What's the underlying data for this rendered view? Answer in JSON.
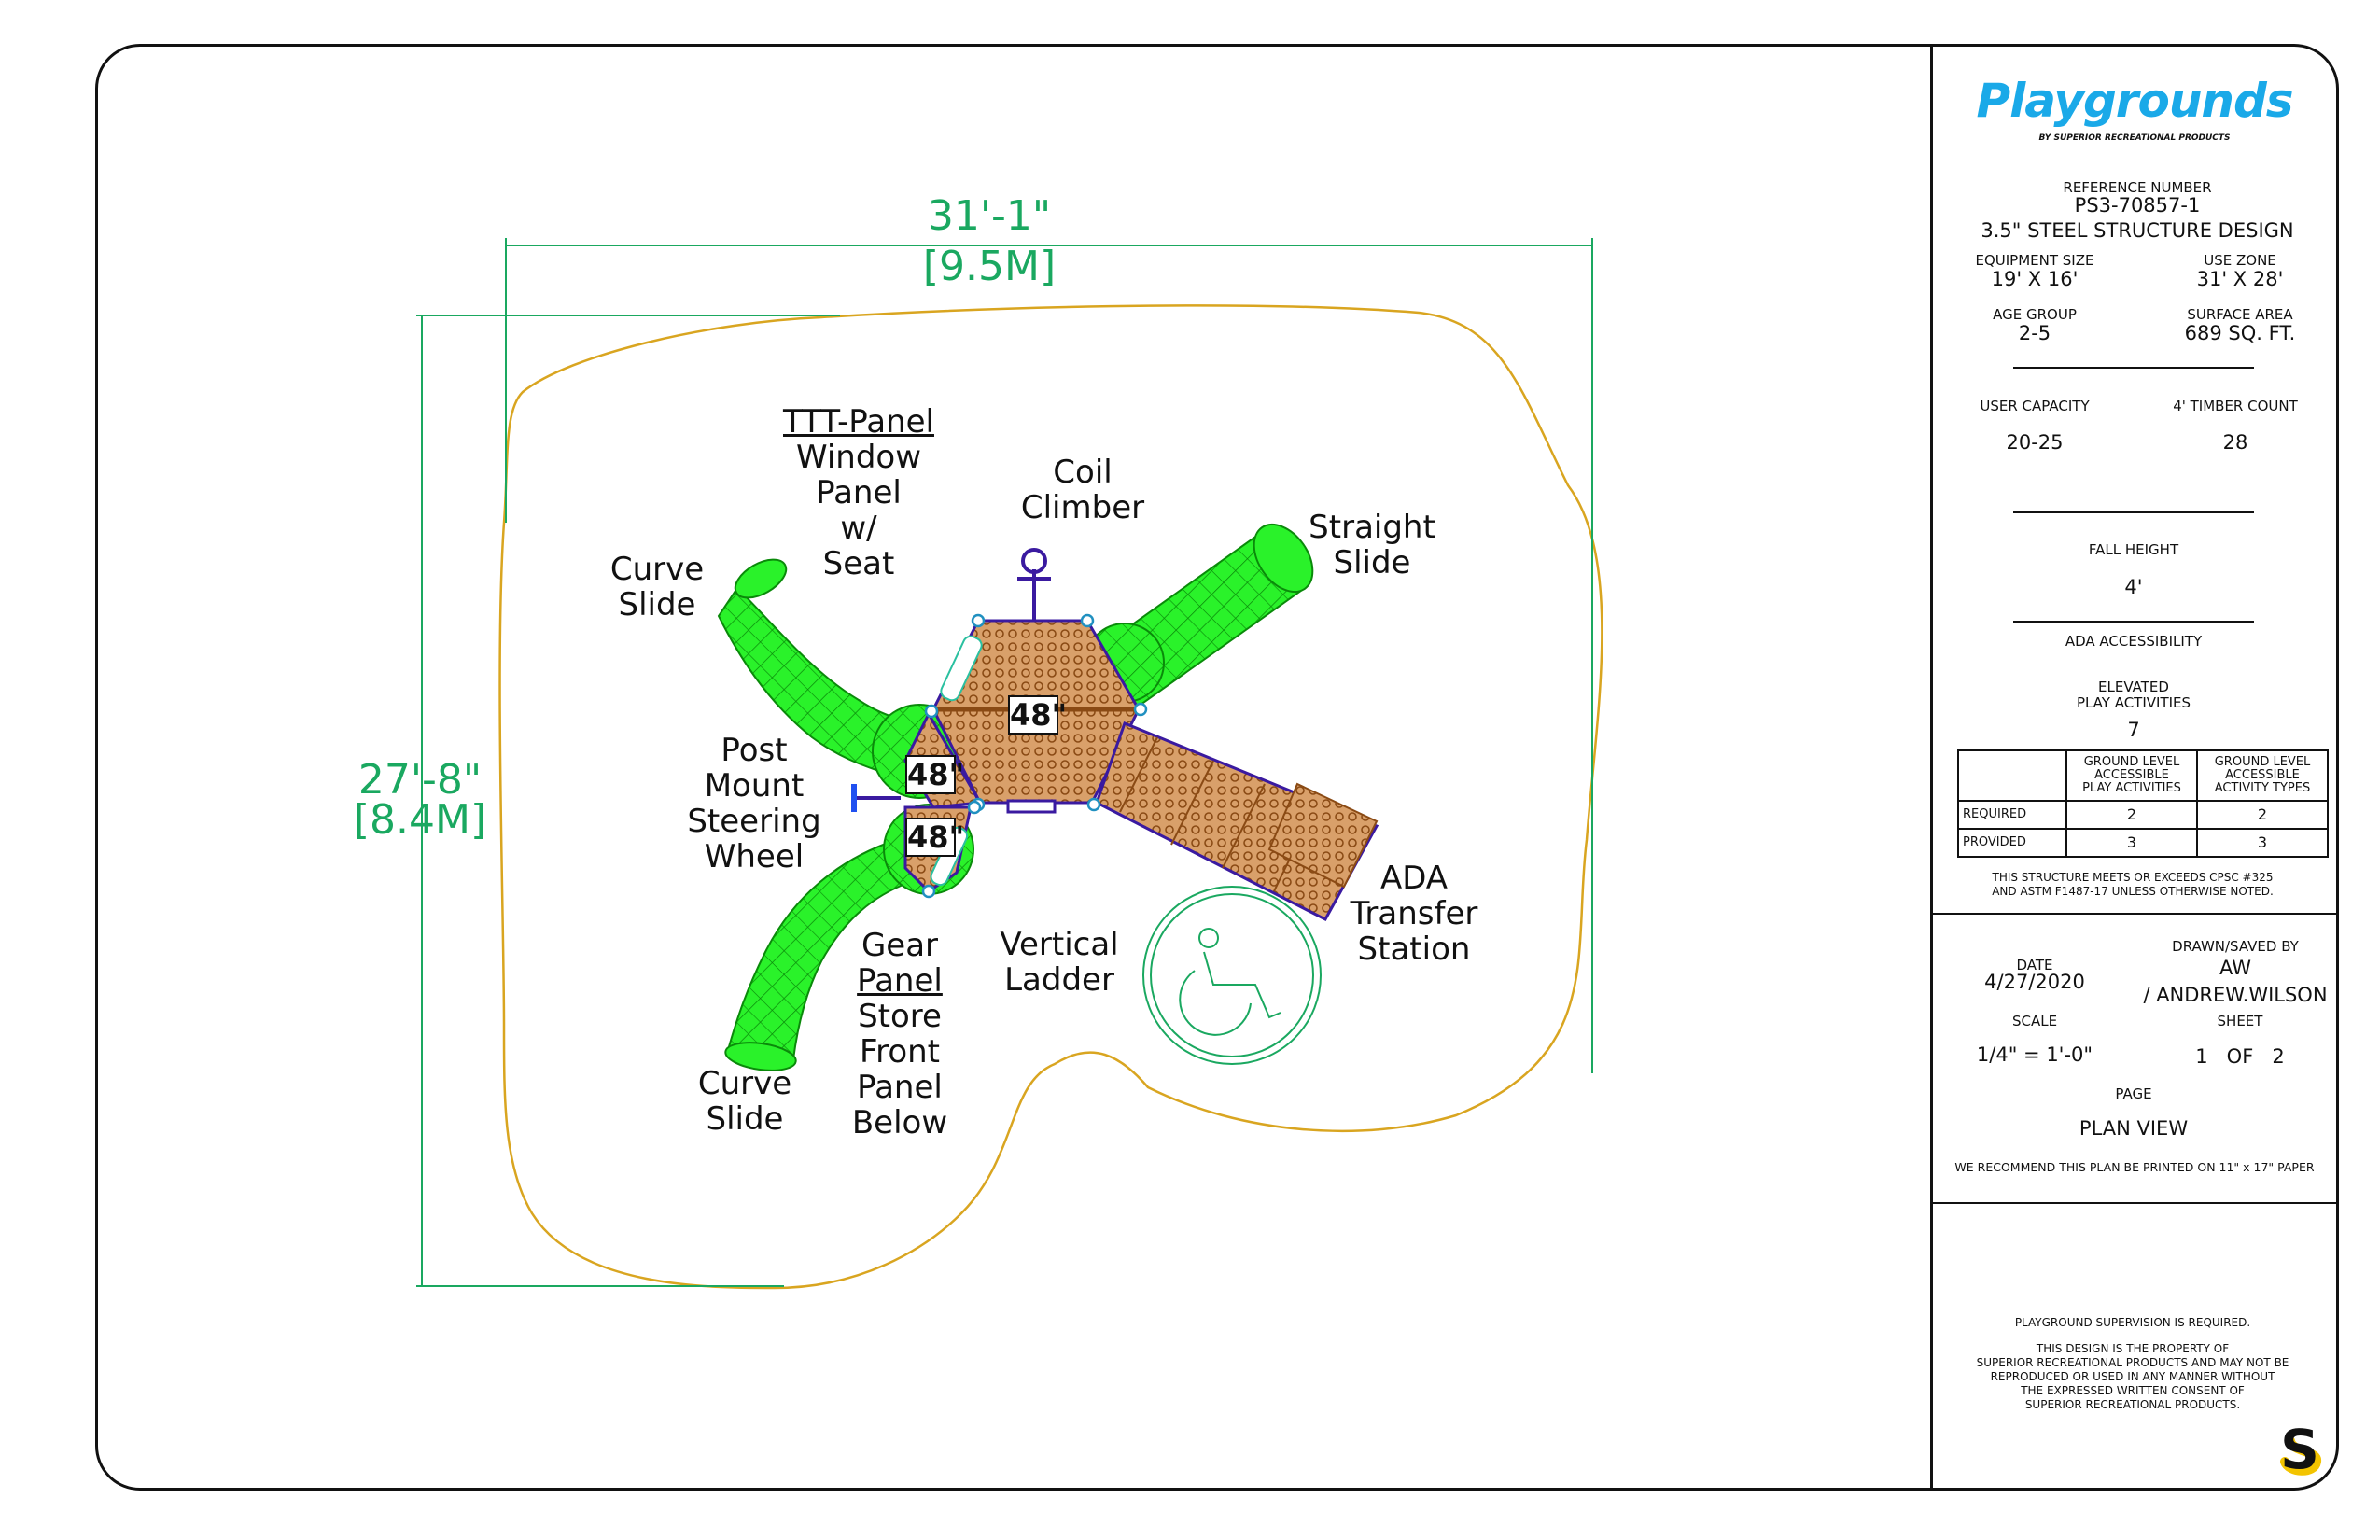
{
  "drawing": {
    "dimensions": {
      "width_ft": "31'-1\"",
      "width_m": "[9.5M]",
      "depth_ft": "27'-8\"",
      "depth_m": "[8.4M]"
    },
    "platform_heights": [
      "48\"",
      "48\"",
      "48\""
    ],
    "labels": {
      "ttt_panel": [
        "TTT-Panel",
        "Window",
        "Panel",
        "w/",
        "Seat"
      ],
      "coil_climber": [
        "Coil",
        "Climber"
      ],
      "straight_slide": [
        "Straight",
        "Slide"
      ],
      "curve_slide_top": [
        "Curve",
        "Slide"
      ],
      "post_mount": [
        "Post",
        "Mount",
        "Steering",
        "Wheel"
      ],
      "gear_panel": [
        "Gear",
        "Panel",
        "Store",
        "Front",
        "Panel",
        "Below"
      ],
      "vertical_ladder": [
        "Vertical",
        "Ladder"
      ],
      "ada_transfer": [
        "ADA",
        "Transfer",
        "Station"
      ],
      "curve_slide_bottom": [
        "Curve",
        "Slide"
      ]
    },
    "colors": {
      "use_zone": "#d9a520",
      "slide": "#22ee22",
      "platform": "#c8823a",
      "frame": "#3a1aa0",
      "dimension": "#1aa860"
    }
  },
  "title_block": {
    "logo": "Playgrounds",
    "logo_sub": "BY SUPERIOR RECREATIONAL PRODUCTS",
    "reference_label": "REFERENCE NUMBER",
    "reference_number": "PS3-70857-1",
    "design": "3.5\" STEEL STRUCTURE DESIGN",
    "equipment_size_label": "EQUIPMENT SIZE",
    "equipment_size": "19' X 16'",
    "use_zone_label": "USE ZONE",
    "use_zone": "31' X 28'",
    "age_group_label": "AGE GROUP",
    "age_group": "2-5",
    "surface_area_label": "SURFACE AREA",
    "surface_area": "689 SQ. FT.",
    "user_capacity_label": "USER CAPACITY",
    "user_capacity": "20-25",
    "timber_label": "4' TIMBER COUNT",
    "timber_count": "28",
    "fall_height_label": "FALL HEIGHT",
    "fall_height": "4'",
    "ada_label": "ADA ACCESSIBILITY",
    "elevated_label_1": "ELEVATED",
    "elevated_label_2": "PLAY ACTIVITIES",
    "elevated_count": "7",
    "table": {
      "col1": [
        "GROUND LEVEL",
        "ACCESSIBLE",
        "PLAY ACTIVITIES"
      ],
      "col2": [
        "GROUND LEVEL",
        "ACCESSIBLE",
        "ACTIVITY TYPES"
      ],
      "rows": [
        {
          "label": "REQUIRED",
          "a": "2",
          "b": "2"
        },
        {
          "label": "PROVIDED",
          "a": "3",
          "b": "3"
        }
      ]
    },
    "compliance_1": "THIS STRUCTURE MEETS OR EXCEEDS CPSC #325",
    "compliance_2": "AND ASTM F1487-17 UNLESS OTHERWISE NOTED.",
    "date_label": "DATE",
    "date": "4/27/2020",
    "drawn_label": "DRAWN/SAVED BY",
    "drawn_initials": "AW",
    "drawn_name": "/ ANDREW.WILSON",
    "scale_label": "SCALE",
    "scale": "1/4\" = 1'-0\"",
    "sheet_label": "SHEET",
    "sheet": "1   OF   2",
    "page_label": "PAGE",
    "page": "PLAN VIEW",
    "print_note": "WE RECOMMEND THIS PLAN BE PRINTED ON 11\" x 17\" PAPER",
    "supervision": "PLAYGROUND SUPERVISION IS REQUIRED.",
    "property": [
      "THIS DESIGN IS THE PROPERTY OF",
      "SUPERIOR RECREATIONAL PRODUCTS AND MAY NOT BE",
      "REPRODUCED OR USED IN ANY MANNER WITHOUT",
      "THE EXPRESSED WRITTEN CONSENT OF",
      "SUPERIOR RECREATIONAL PRODUCTS."
    ],
    "corner_mark": "S"
  }
}
